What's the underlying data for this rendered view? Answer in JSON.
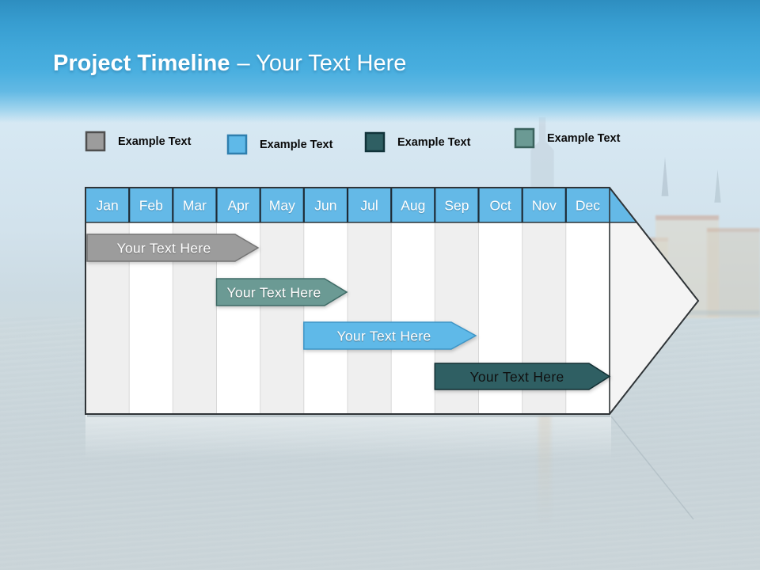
{
  "title": {
    "main": "Project Timeline",
    "suffix": "– Your Text Here"
  },
  "legend": {
    "items": [
      {
        "label": "Example Text",
        "color": "#9C9C9C"
      },
      {
        "label": "Example Text",
        "color": "#5FB9E8"
      },
      {
        "label": "Example Text",
        "color": "#2F5F63"
      },
      {
        "label": "Example Text",
        "color": "#6B9A94"
      }
    ]
  },
  "timeline": {
    "type": "gantt-arrow",
    "header_color": "#64B9E7",
    "months": [
      "Jan",
      "Feb",
      "Mar",
      "Apr",
      "May",
      "Jun",
      "Jul",
      "Aug",
      "Sep",
      "Oct",
      "Nov",
      "Dec"
    ],
    "bars": [
      {
        "label": "Your Text Here",
        "color": "#9C9C9C",
        "text_color": "#FFFFFF",
        "start_month": "Jan",
        "end_month": "Apr"
      },
      {
        "label": "Your Text Here",
        "color": "#6B9A94",
        "text_color": "#FFFFFF",
        "start_month": "Apr",
        "end_month": "Jun"
      },
      {
        "label": "Your Text Here",
        "color": "#5FB9E8",
        "text_color": "#FFFFFF",
        "start_month": "Jun",
        "end_month": "Sep"
      },
      {
        "label": "Your Text Here",
        "color": "#2F5F63",
        "text_color": "#101010",
        "start_month": "Sep",
        "end_month": "Dec"
      }
    ]
  }
}
